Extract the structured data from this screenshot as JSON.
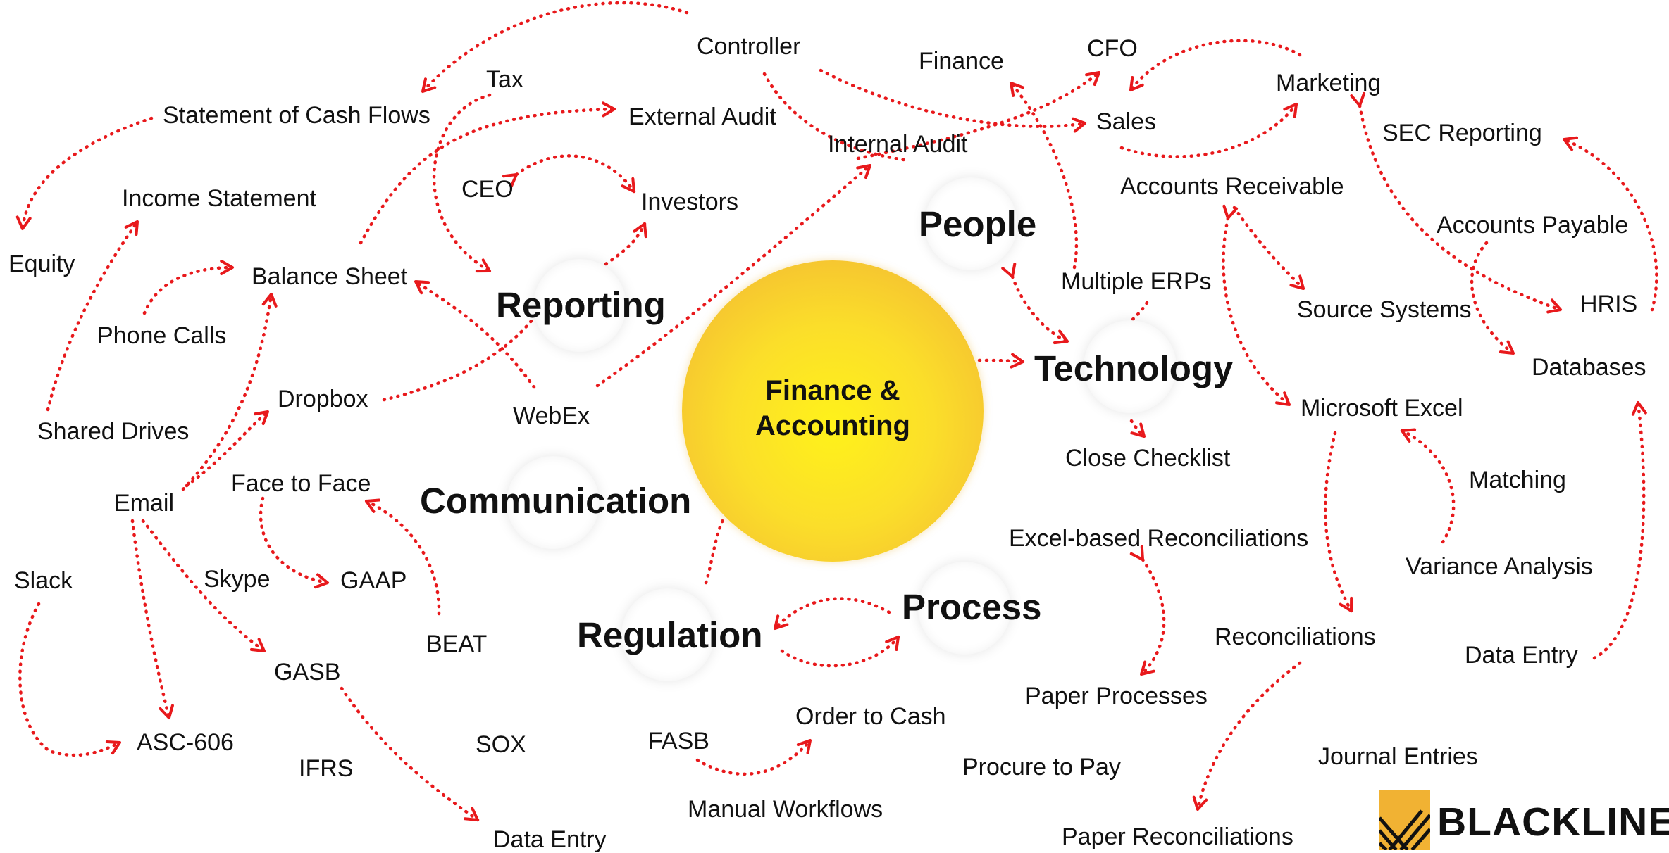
{
  "colors": {
    "arrow": "#e8191c",
    "accent": "#f5c231",
    "text": "#111111",
    "logo_mark": "#f1b233"
  },
  "center": {
    "line1": "Finance &",
    "line2": "Accounting"
  },
  "categories": {
    "reporting": "Reporting",
    "people": "People",
    "technology": "Technology",
    "communication": "Communication",
    "regulation": "Regulation",
    "process": "Process"
  },
  "terms": {
    "controller": "Controller",
    "tax": "Tax",
    "statement_of_cash_flows": "Statement of Cash Flows",
    "external_audit": "External Audit",
    "finance": "Finance",
    "cfo": "CFO",
    "marketing": "Marketing",
    "sales": "Sales",
    "internal_audit": "Internal Audit",
    "sec_reporting": "SEC Reporting",
    "income_statement": "Income Statement",
    "ceo": "CEO",
    "investors": "Investors",
    "accounts_receivable": "Accounts Receivable",
    "equity": "Equity",
    "accounts_payable": "Accounts Payable",
    "balance_sheet": "Balance Sheet",
    "multiple_erps": "Multiple ERPs",
    "hris": "HRIS",
    "source_systems": "Source Systems",
    "phone_calls": "Phone Calls",
    "databases": "Databases",
    "dropbox": "Dropbox",
    "microsoft_excel": "Microsoft Excel",
    "webex": "WebEx",
    "shared_drives": "Shared Drives",
    "close_checklist": "Close Checklist",
    "matching": "Matching",
    "face_to_face": "Face to Face",
    "email": "Email",
    "excel_based_reconciliations": "Excel-based Reconciliations",
    "variance_analysis": "Variance Analysis",
    "slack": "Slack",
    "skype": "Skype",
    "gaap": "GAAP",
    "beat": "BEAT",
    "reconciliations": "Reconciliations",
    "data_entry_right": "Data Entry",
    "gasb": "GASB",
    "paper_processes": "Paper Processes",
    "order_to_cash": "Order to Cash",
    "asc_606": "ASC-606",
    "fasb": "FASB",
    "sox": "SOX",
    "journal_entries": "Journal Entries",
    "ifrs": "IFRS",
    "procure_to_pay": "Procure to Pay",
    "manual_workflows": "Manual Workflows",
    "data_entry_bottom": "Data Entry",
    "paper_reconciliations": "Paper Reconciliations"
  },
  "logo": {
    "text": "BLACKLINE"
  }
}
